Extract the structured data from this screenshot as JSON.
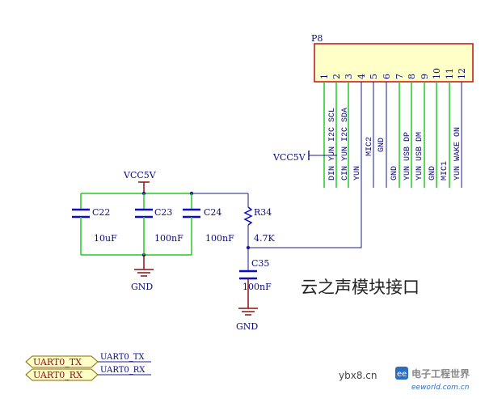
{
  "connector": {
    "ref": "P8",
    "pins": [
      "1",
      "2",
      "3",
      "4",
      "5",
      "6",
      "7",
      "8",
      "9",
      "10",
      "11",
      "12"
    ],
    "net_labels": [
      "DIN YUN I2C SCL",
      "CIN YUN I2C SDA",
      "YUN",
      "MIC2",
      "GND",
      "GND",
      "YUN USB DP",
      "YUN USB DM",
      "GND",
      "MIC1",
      "YUN WAKE ON"
    ]
  },
  "power": {
    "vcc_left": "VCC5V",
    "vcc_right": "VCC5V",
    "gnd_left": "GND",
    "gnd_bottom": "GND"
  },
  "components": {
    "c22": {
      "ref": "C22",
      "value": "10uF"
    },
    "c23": {
      "ref": "C23",
      "value": "100nF"
    },
    "c24": {
      "ref": "C24",
      "value": "100nF"
    },
    "r34": {
      "ref": "R34",
      "value": "4.7K"
    },
    "c35": {
      "ref": "C35",
      "value": "100nF"
    }
  },
  "title": "云之声模块接口",
  "uart": {
    "tx_port": "UART0_TX",
    "rx_port": "UART0_RX",
    "tx_net": "UART0_TX",
    "rx_net": "UART0_RX"
  },
  "watermark": {
    "site": "ybx8.cn",
    "logo_text": "电子工程世界",
    "logo_url": "eeworld.com.cn"
  },
  "colors": {
    "wire_blue": "#1c1c8c",
    "wire_green": "#22cc22",
    "component_blue": "#0a0ac8",
    "gnd_dark": "#8a1010",
    "connector_fill": "#ffffc8",
    "connector_border": "#c01010",
    "port_fill": "#ffffc8",
    "port_border": "#8a6a00",
    "text_blue": "#0a0a80"
  }
}
